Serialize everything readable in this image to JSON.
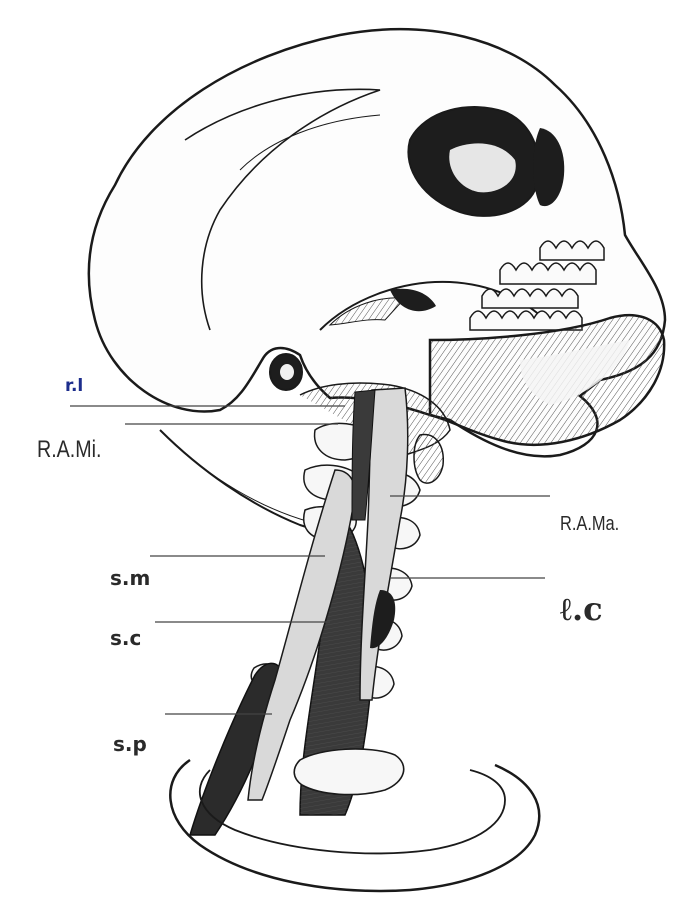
{
  "labels": {
    "rl": "r.l",
    "rami": "R.A.Mi.",
    "rama": "R.A.Ma.",
    "sm": "s.m",
    "lc": "ℓ.c",
    "sc": "s.c",
    "sp": "s.p"
  },
  "colors": {
    "ink": "#1a1a1a",
    "label": "#2a2a2a",
    "label_accent": "#1c2d8c",
    "muscle_dark": "#3a3a3a",
    "muscle_light": "#d9d9d9",
    "bone": "#f7f7f7"
  }
}
